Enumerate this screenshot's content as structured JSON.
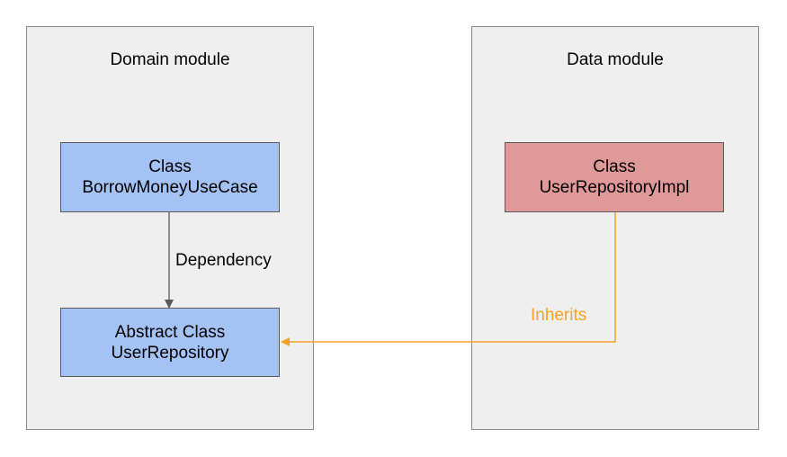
{
  "domain_module": {
    "title": "Domain module",
    "use_case": {
      "kind": "Class",
      "name": "BorrowMoneyUseCase"
    },
    "repository": {
      "kind": "Abstract Class",
      "name": "UserRepository"
    }
  },
  "data_module": {
    "title": "Data module",
    "impl": {
      "kind": "Class",
      "name": "UserRepositoryImpl"
    }
  },
  "relations": {
    "dependency_label": "Dependency",
    "inherits_label": "Inherits"
  },
  "colors": {
    "module_fill": "#efefef",
    "interface_fill": "#a4c2f4",
    "impl_fill": "#e09999",
    "dependency_line": "#595959",
    "inherits_line": "#f6a127"
  }
}
